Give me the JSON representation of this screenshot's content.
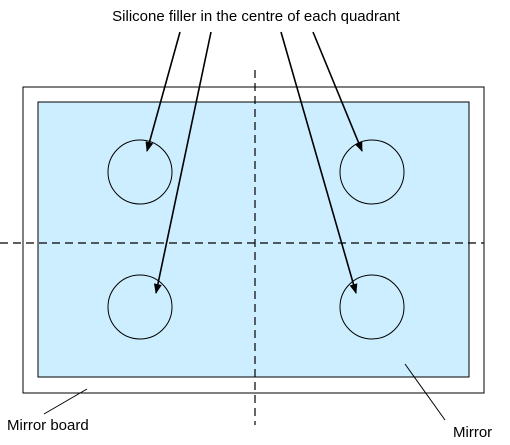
{
  "labels": {
    "title": "Silicone filler in the centre of each quadrant",
    "board": "Mirror board",
    "mirror": "Mirror"
  },
  "colors": {
    "mirror_fill": "#cdeeff",
    "board_fill": "#ffffff",
    "stroke": "#000000"
  }
}
